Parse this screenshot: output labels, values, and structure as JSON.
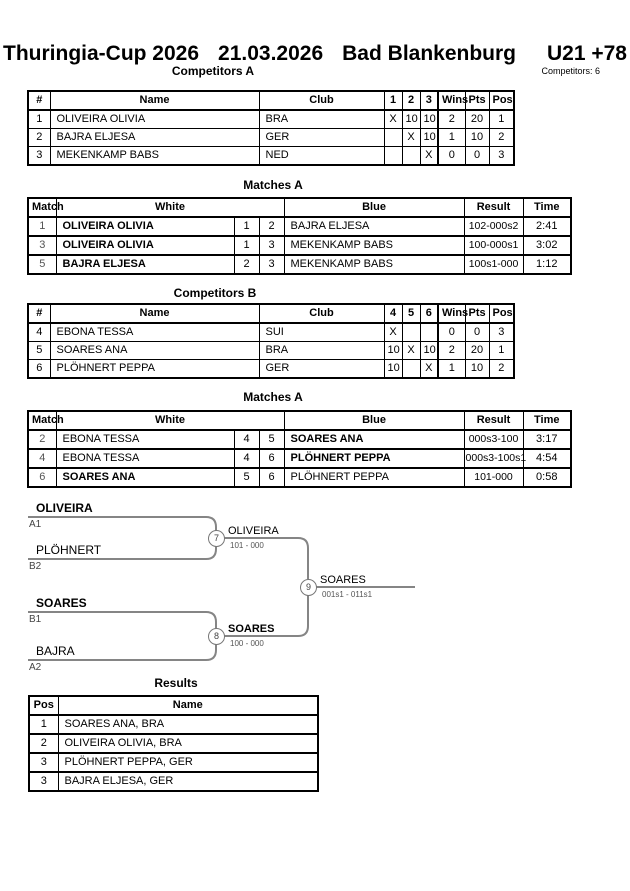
{
  "header": {
    "title_parts": [
      "Thuringia-Cup 2026",
      "21.03.2026",
      "Bad Blankenburg",
      "U21 +78"
    ],
    "competitors_count": "Competitors: 6"
  },
  "competitors_a": {
    "title": "Competitors A",
    "columns": {
      "num": "#",
      "name": "Name",
      "club": "Club",
      "c1": "1",
      "c2": "2",
      "c3": "3",
      "wins": "Wins",
      "pts": "Pts",
      "pos": "Pos"
    },
    "rows": [
      {
        "num": "1",
        "name": "OLIVEIRA OLIVIA",
        "club": "BRA",
        "c1": "X",
        "c2": "10",
        "c3": "10",
        "wins": "2",
        "pts": "20",
        "pos": "1"
      },
      {
        "num": "2",
        "name": "BAJRA ELJESA",
        "club": "GER",
        "c1": "",
        "c2": "X",
        "c3": "10",
        "wins": "1",
        "pts": "10",
        "pos": "2"
      },
      {
        "num": "3",
        "name": "MEKENKAMP BABS",
        "club": "NED",
        "c1": "",
        "c2": "",
        "c3": "X",
        "wins": "0",
        "pts": "0",
        "pos": "3"
      }
    ]
  },
  "matches_a": {
    "title": "Matches A",
    "columns": {
      "match": "Match",
      "white": "White",
      "blue": "Blue",
      "result": "Result",
      "time": "Time"
    },
    "rows": [
      {
        "match": "1",
        "white": "OLIVEIRA OLIVIA",
        "wnum": "1",
        "bnum": "2",
        "blue": "BAJRA ELJESA",
        "result": "102-000s2",
        "time": "2:41"
      },
      {
        "match": "3",
        "white": "OLIVEIRA OLIVIA",
        "wnum": "1",
        "bnum": "3",
        "blue": "MEKENKAMP BABS",
        "result": "100-000s1",
        "time": "3:02"
      },
      {
        "match": "5",
        "white": "BAJRA ELJESA",
        "wnum": "2",
        "bnum": "3",
        "blue": "MEKENKAMP BABS",
        "result": "100s1-000",
        "time": "1:12"
      }
    ]
  },
  "competitors_b": {
    "title": "Competitors B",
    "columns": {
      "num": "#",
      "name": "Name",
      "club": "Club",
      "c1": "4",
      "c2": "5",
      "c3": "6",
      "wins": "Wins",
      "pts": "Pts",
      "pos": "Pos"
    },
    "rows": [
      {
        "num": "4",
        "name": "EBONA TESSA",
        "club": "SUI",
        "c1": "X",
        "c2": "",
        "c3": "",
        "wins": "0",
        "pts": "0",
        "pos": "3"
      },
      {
        "num": "5",
        "name": "SOARES ANA",
        "club": "BRA",
        "c1": "10",
        "c2": "X",
        "c3": "10",
        "wins": "2",
        "pts": "20",
        "pos": "1"
      },
      {
        "num": "6",
        "name": "PLÖHNERT PEPPA",
        "club": "GER",
        "c1": "10",
        "c2": "",
        "c3": "X",
        "wins": "1",
        "pts": "10",
        "pos": "2"
      }
    ]
  },
  "matches_b": {
    "title": "Matches A",
    "columns": {
      "match": "Match",
      "white": "White",
      "blue": "Blue",
      "result": "Result",
      "time": "Time"
    },
    "rows": [
      {
        "match": "2",
        "white": "EBONA TESSA",
        "wnum": "4",
        "bnum": "5",
        "blue": "SOARES ANA",
        "result": "000s3-100",
        "time": "3:17"
      },
      {
        "match": "4",
        "white": "EBONA TESSA",
        "wnum": "4",
        "bnum": "6",
        "blue": "PLÖHNERT PEPPA",
        "result": "000s3-100s1",
        "time": "4:54"
      },
      {
        "match": "6",
        "white": "SOARES ANA",
        "wnum": "5",
        "bnum": "6",
        "blue": "PLÖHNERT PEPPA",
        "result": "101-000",
        "time": "0:58"
      }
    ]
  },
  "bracket": {
    "entries": [
      {
        "name": "OLIVEIRA",
        "seed": "A1"
      },
      {
        "name": "PLÖHNERT",
        "seed": "B2"
      },
      {
        "name": "SOARES",
        "seed": "B1"
      },
      {
        "name": "BAJRA",
        "seed": "A2"
      }
    ],
    "nodes": [
      {
        "number": "7",
        "winner": "OLIVEIRA",
        "result": "101 - 000"
      },
      {
        "number": "8",
        "winner": "SOARES",
        "result": "100 - 000"
      },
      {
        "number": "9",
        "winner": "SOARES",
        "result": "001s1 - 011s1"
      }
    ]
  },
  "results": {
    "title": "Results",
    "columns": {
      "pos": "Pos",
      "name": "Name"
    },
    "rows": [
      {
        "pos": "1",
        "name": "SOARES ANA, BRA"
      },
      {
        "pos": "2",
        "name": "OLIVEIRA OLIVIA, BRA"
      },
      {
        "pos": "3",
        "name": "PLÖHNERT PEPPA, GER"
      },
      {
        "pos": "3",
        "name": "BAJRA ELJESA, GER"
      }
    ]
  }
}
